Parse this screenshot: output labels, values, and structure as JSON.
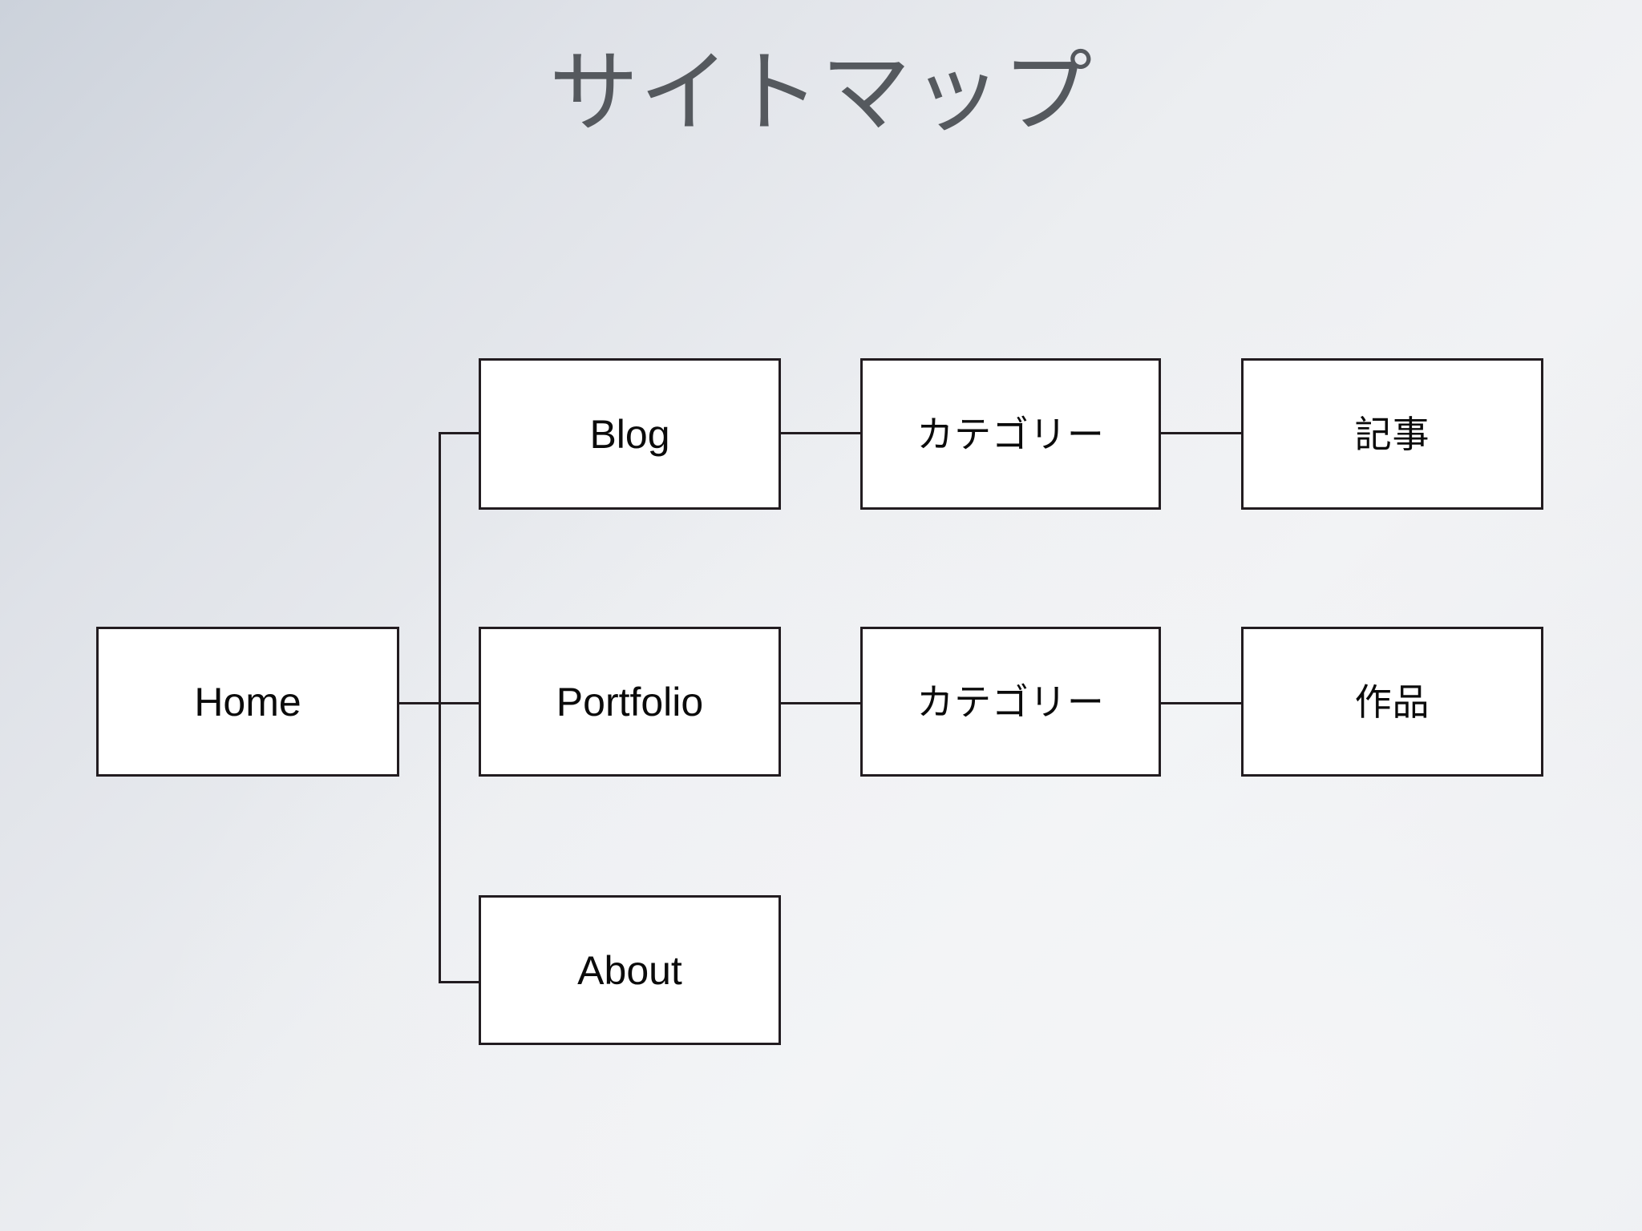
{
  "slide": {
    "title": "サイトマップ",
    "background_from": "#ccd2db",
    "background_to": "#f1f2f4",
    "title_color": "#55595e"
  },
  "diagram": {
    "type": "sitemap-tree",
    "node_fill": "#ffffff",
    "node_border": "#221c20",
    "node_text_color": "#0b0b0b",
    "nodes": [
      {
        "id": "home",
        "label": "Home",
        "level": 1,
        "row": 2
      },
      {
        "id": "blog",
        "label": "Blog",
        "level": 2,
        "row": 1
      },
      {
        "id": "blog-cat",
        "label": "カテゴリー",
        "level": 3,
        "row": 1
      },
      {
        "id": "article",
        "label": "記事",
        "level": 4,
        "row": 1
      },
      {
        "id": "portfolio",
        "label": "Portfolio",
        "level": 2,
        "row": 2
      },
      {
        "id": "pf-cat",
        "label": "カテゴリー",
        "level": 3,
        "row": 2
      },
      {
        "id": "works",
        "label": "作品",
        "level": 4,
        "row": 2
      },
      {
        "id": "about",
        "label": "About",
        "level": 2,
        "row": 3
      }
    ],
    "edges": [
      {
        "from": "home",
        "to": "blog"
      },
      {
        "from": "home",
        "to": "portfolio"
      },
      {
        "from": "home",
        "to": "about"
      },
      {
        "from": "blog",
        "to": "blog-cat"
      },
      {
        "from": "blog-cat",
        "to": "article"
      },
      {
        "from": "portfolio",
        "to": "pf-cat"
      },
      {
        "from": "pf-cat",
        "to": "works"
      }
    ]
  }
}
